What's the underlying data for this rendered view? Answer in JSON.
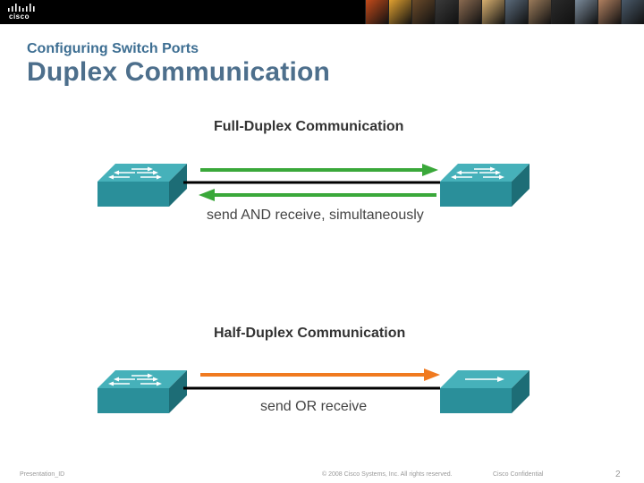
{
  "header": {
    "logo_text": "cisco",
    "photo_colors": [
      "#c24a1a",
      "#e0a030",
      "#6a4a2a",
      "#3a3a3a",
      "#8a6a50",
      "#d8b070",
      "#5a6a7a",
      "#9a7a5a",
      "#2a2a2a",
      "#7a8a9a",
      "#b08060",
      "#4a5a6a"
    ]
  },
  "slide": {
    "subtitle": "Configuring Switch Ports",
    "title": "Duplex Communication"
  },
  "full_duplex": {
    "title": "Full-Duplex Communication",
    "caption": "send AND receive, simultaneously",
    "arrow_color": "#3aa83a"
  },
  "half_duplex": {
    "title": "Half-Duplex Communication",
    "caption": "send OR receive",
    "arrow_color": "#f07a20"
  },
  "colors": {
    "switch_top": "#3fa7b0",
    "switch_front": "#2a8a95",
    "switch_side": "#1f6f78"
  },
  "footer": {
    "presentation": "Presentation_ID",
    "copyright": "© 2008 Cisco Systems, Inc. All rights reserved.",
    "confidential": "Cisco Confidential",
    "page_number": "2"
  }
}
